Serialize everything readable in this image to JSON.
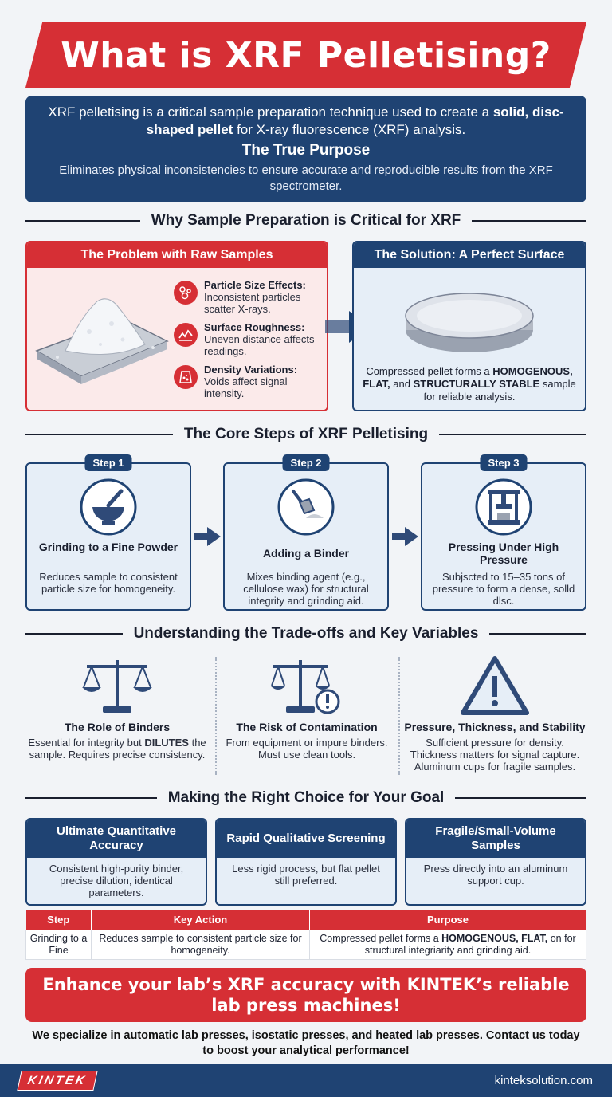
{
  "title": "What is XRF Pelletising?",
  "intro": {
    "lead_before": "XRF pelletising is a critical sample preparation technique used to create a",
    "lead_bold": "solid, disc-shaped pellet",
    "lead_after": "for X-ray fluorescence (XRF) analysis.",
    "purpose_title": "The True Purpose",
    "purpose_text": "Eliminates physical inconsistencies to ensure accurate and reproducible results from the XRF spectrometer."
  },
  "sections": {
    "why": "Why Sample Preparation is Critical for XRF",
    "steps": "The Core Steps of XRF Pelletising",
    "tradeoffs": "Understanding the Trade-offs and Key Variables",
    "choice": "Making the Right Choice for Your Goal"
  },
  "problem": {
    "header": "The Problem with Raw Samples",
    "items": [
      {
        "title": "Particle Size Effects:",
        "text": "Inconsistent particles scatter X-rays.",
        "icon": "particles-icon"
      },
      {
        "title": "Surface Roughness:",
        "text": "Uneven distance affects readings.",
        "icon": "roughness-icon"
      },
      {
        "title": "Density Variations:",
        "text": "Voids affect signal intensity.",
        "icon": "density-icon"
      }
    ]
  },
  "solution": {
    "header": "The Solution: A Perfect Surface",
    "cap_1": "Compressed pellet forms a",
    "cap_b1": "HOMOGENOUS,",
    "cap_b2": "FLAT,",
    "cap_2": "and",
    "cap_b3": "STRUCTURALLY STABLE",
    "cap_3": "sample for reliable analysis."
  },
  "steps": [
    {
      "badge": "Step 1",
      "name": "Grinding to a Fine Powder",
      "text": "Reduces sample to consistent particle size for homogeneity.",
      "icon": "mortar-pestle-icon"
    },
    {
      "badge": "Step 2",
      "name": "Adding a Binder",
      "text": "Mixes binding agent (e.g., cellulose wax) for structural integrity and grinding aid.",
      "icon": "scoop-icon"
    },
    {
      "badge": "Step 3",
      "name": "Pressing Under High Pressure",
      "text": "Subjscted to 15–35 tons of pressure to form a dense, solld dlsc.",
      "icon": "press-icon"
    }
  ],
  "tradeoffs": [
    {
      "name": "The Role of Binders",
      "text_1": "Essential for integrity but",
      "text_b": "DILUTES",
      "text_2": "the sample. Requires precise consistency.",
      "icon": "scale-icon"
    },
    {
      "name": "The Risk of Contamination",
      "text_1": "From equipment or impure binders. Must use clean tools.",
      "icon": "scale-warning-icon"
    },
    {
      "name": "Pressure, Thickness, and Stability",
      "text_1": "Sufficient pressure for density. Thickness matters for signal capture. Aluminum cups for fragile samples.",
      "icon": "warning-triangle-icon"
    }
  ],
  "goals": [
    {
      "title": "Ultimate Quantitative Accuracy",
      "text": "Consistent high-purity binder, precise dilution, identical parameters."
    },
    {
      "title": "Rapid Qualitative Screening",
      "text": "Less rigid process, but flat pellet still preferred."
    },
    {
      "title": "Fragile/Small-Volume Samples",
      "text": "Press directly into an aluminum support cup."
    }
  ],
  "table": {
    "headers": [
      "Step",
      "Key Action",
      "Purpose"
    ],
    "row": {
      "step": "Grinding to a Fine",
      "action": "Reduces sample to consistent particle size for homogeneity.",
      "purpose_1": "Compressed pellet forms a",
      "purpose_b": "HOMOGENOUS, FLAT,",
      "purpose_2": "on for structural integriarity and grinding aid."
    }
  },
  "cta": {
    "headline": "Enhance your lab’s XRF accuracy with KINTEK’s reliable lab press machines!",
    "sub": "We specialize in automatic lab presses, isostatic presses, and heated lab presses. Contact us today to boost your analytical performance!"
  },
  "footer": {
    "logo": "KINTEK",
    "site": "kinteksolution.com"
  },
  "colors": {
    "accent_red": "#d62f35",
    "navy": "#1f4373",
    "light_blue": "#e6eef7"
  }
}
